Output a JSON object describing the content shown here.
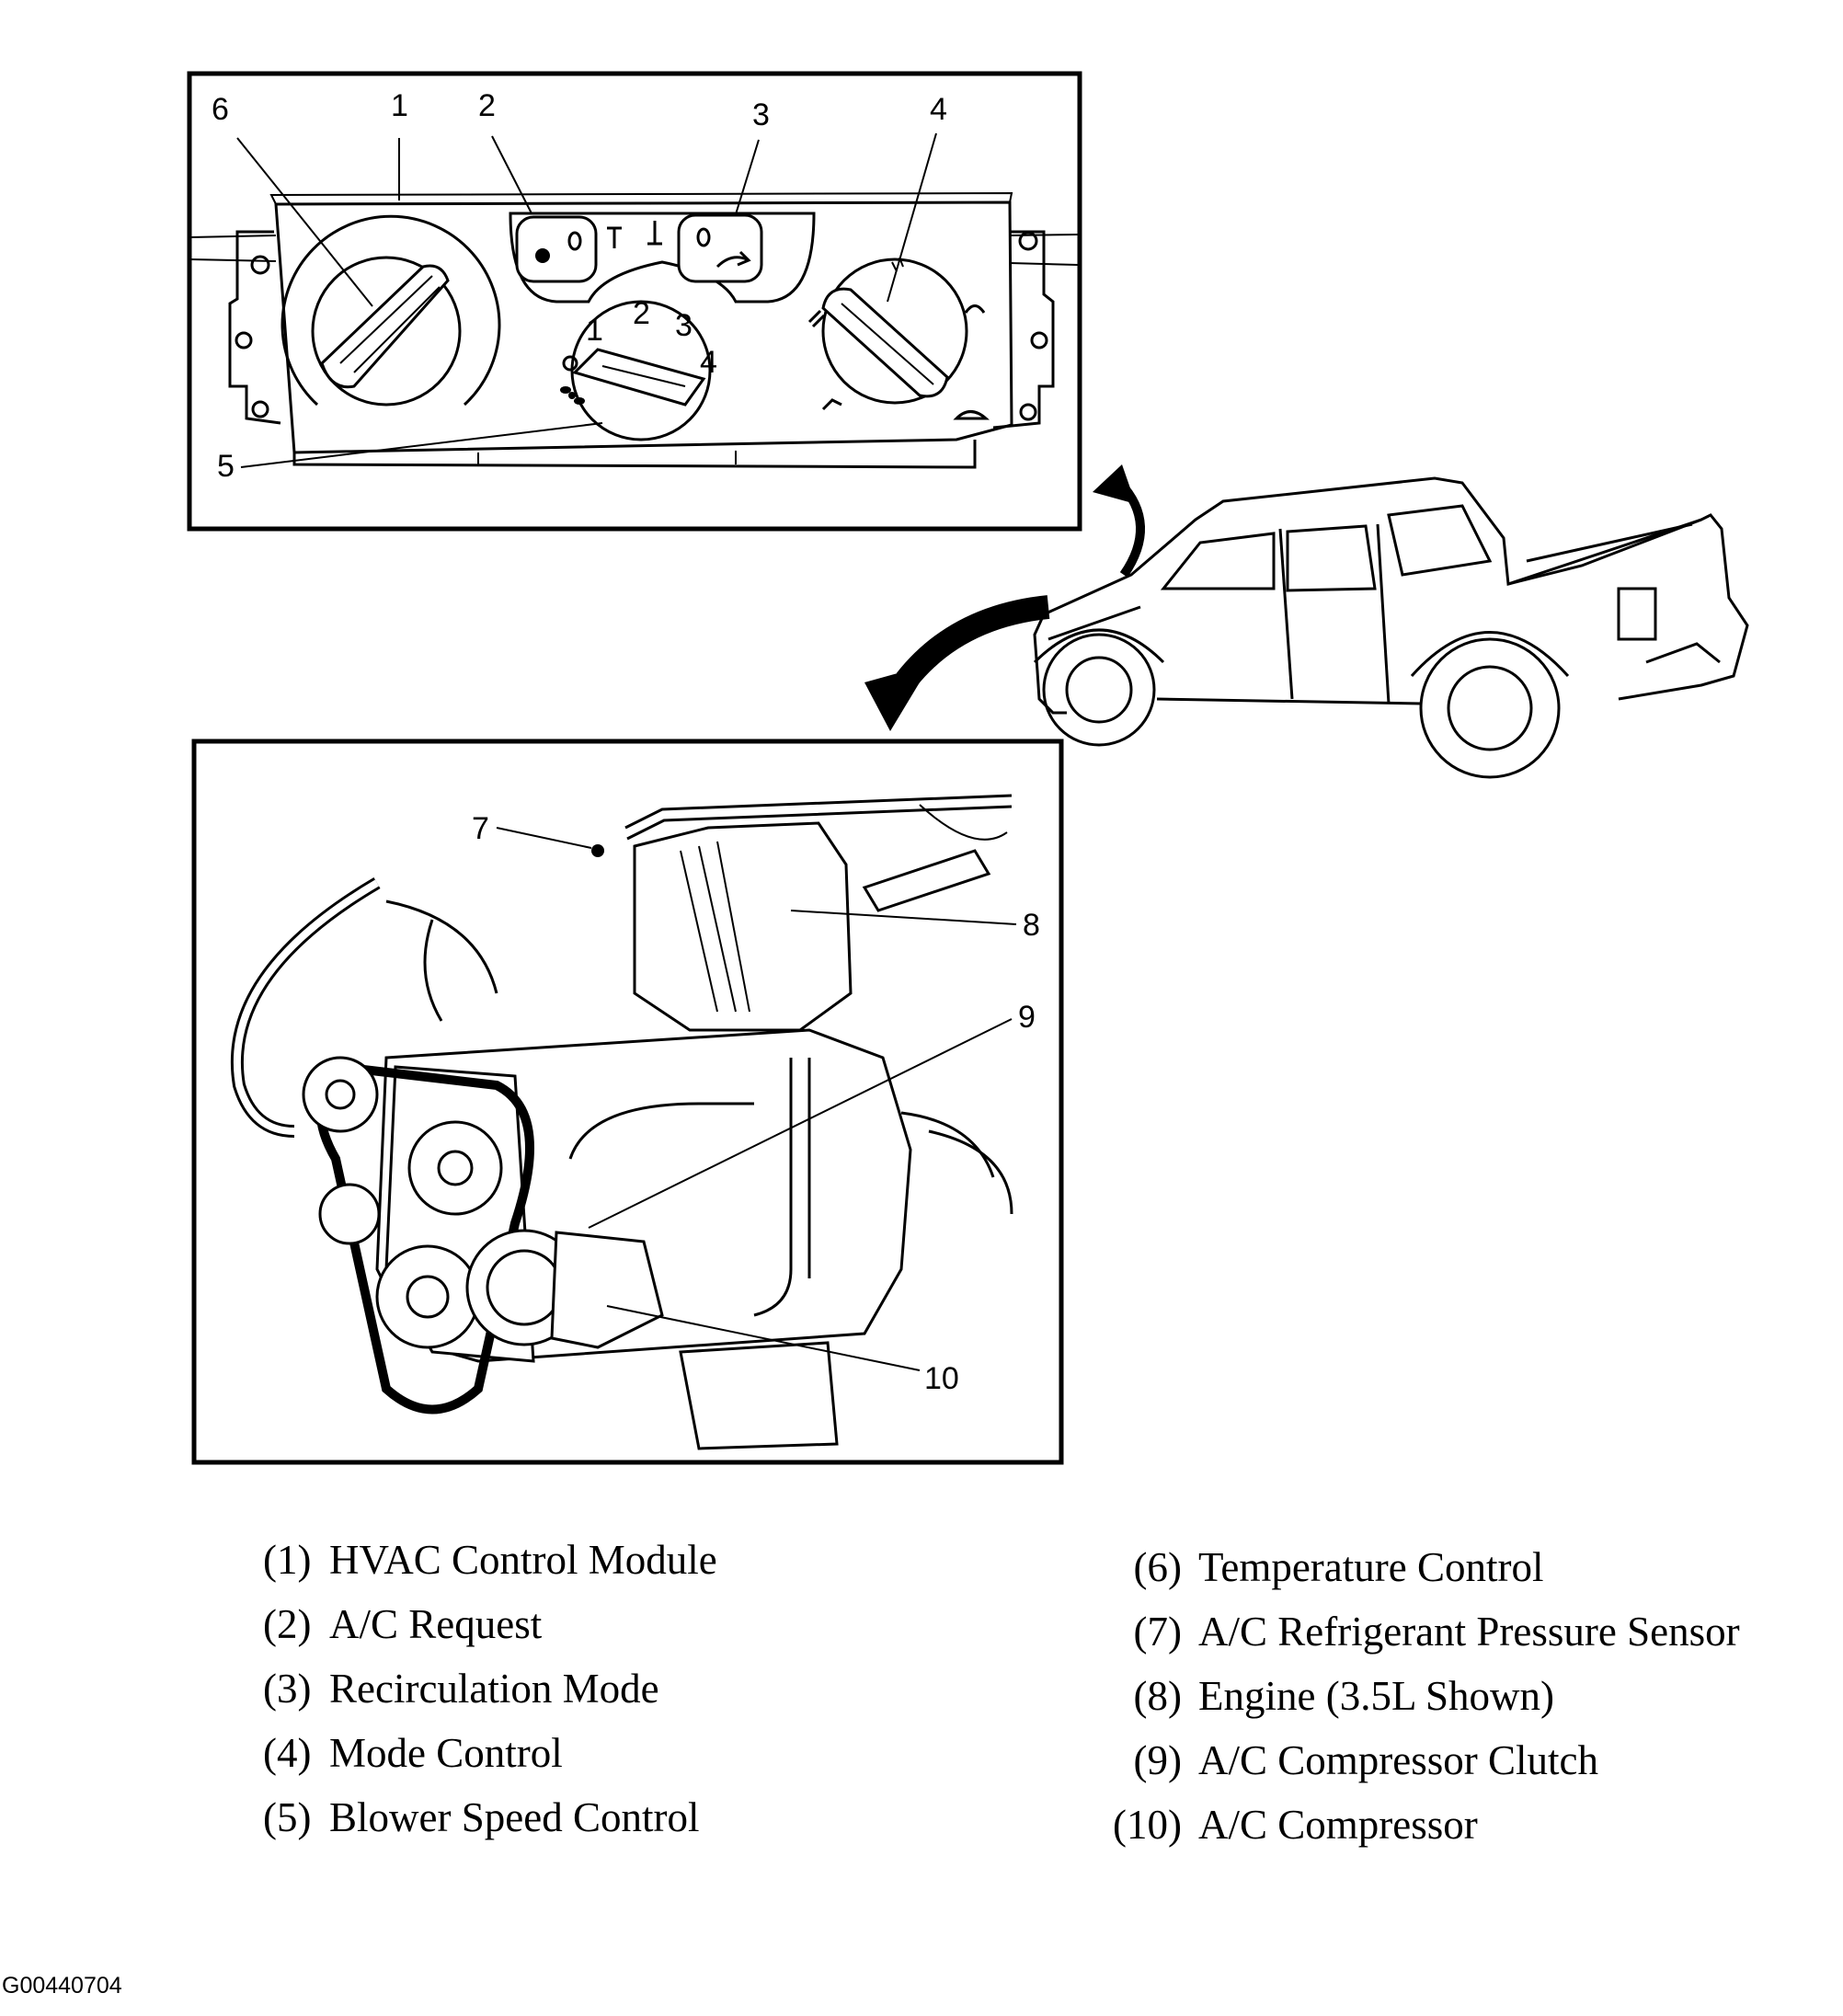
{
  "hvac_panel": {
    "callouts": [
      "1",
      "2",
      "3",
      "4",
      "5",
      "6"
    ],
    "blower_speeds": [
      "0",
      "1",
      "2",
      "3",
      "4"
    ]
  },
  "engine": {
    "callouts": [
      "7",
      "8",
      "9",
      "10"
    ]
  },
  "legend": {
    "left": [
      {
        "num": "(1)",
        "label": "HVAC Control Module"
      },
      {
        "num": "(2)",
        "label": "A/C Request"
      },
      {
        "num": "(3)",
        "label": "Recirculation Mode"
      },
      {
        "num": "(4)",
        "label": "Mode Control"
      },
      {
        "num": "(5)",
        "label": "Blower Speed Control"
      }
    ],
    "right": [
      {
        "num": "(6)",
        "label": "Temperature Control"
      },
      {
        "num": "(7)",
        "label": "A/C Refrigerant Pressure Sensor"
      },
      {
        "num": "(8)",
        "label": "Engine (3.5L Shown)"
      },
      {
        "num": "(9)",
        "label": "A/C Compressor Clutch"
      },
      {
        "num": "(10)",
        "label": "A/C Compressor"
      }
    ]
  },
  "figure_code": "G00440704"
}
